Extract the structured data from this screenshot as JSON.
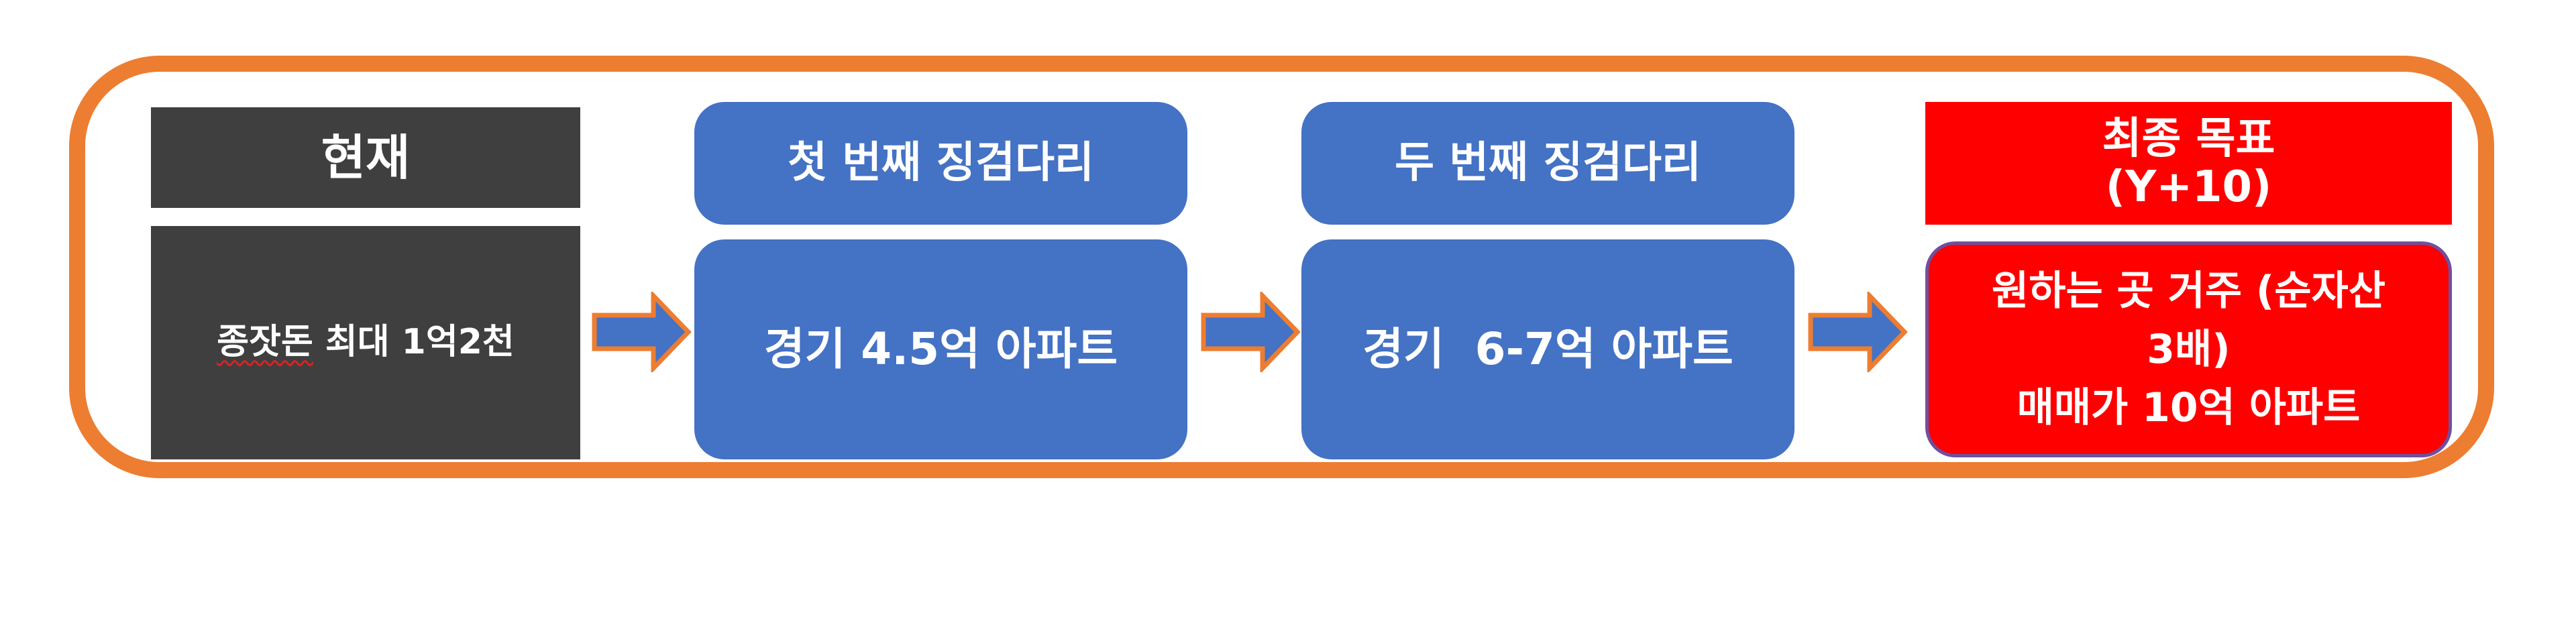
{
  "colors": {
    "frame": "#ED7D31",
    "dark": "#3F3F3F",
    "blue": "#4472C4",
    "red": "#FF0000",
    "text": "#FFFFFF"
  },
  "stages": [
    {
      "header": "현재",
      "body_underlined": "종잣돈",
      "body_rest": " 최대 1억2천"
    },
    {
      "header": "첫 번째 징검다리",
      "body": "경기 4.5억 아파트"
    },
    {
      "header": "두 번째 징검다리",
      "body": "경기  6-7억 아파트"
    },
    {
      "header": "최종 목표\n(Y+10)",
      "body": "원하는 곳 거주 (순자산\n3배)\n매매가 10억 아파트"
    }
  ],
  "icons": {
    "arrow": "right-arrow-icon"
  }
}
